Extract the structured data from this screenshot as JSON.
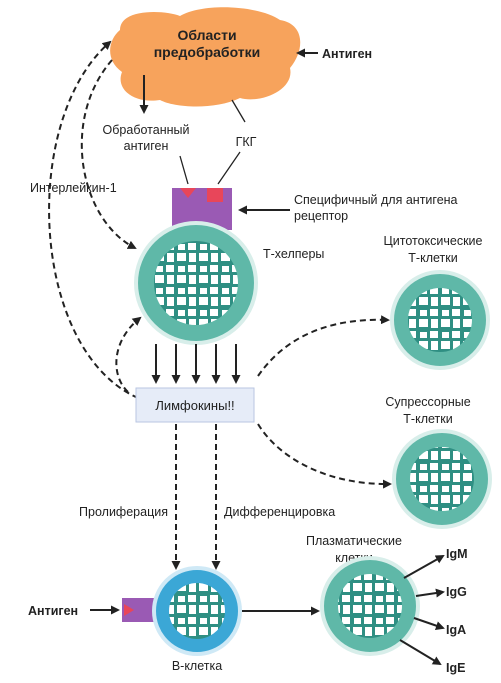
{
  "labels": {
    "processing_area_1": "Области",
    "processing_area_2": "предобработки",
    "antigen_top": "Антиген",
    "processed_antigen_1": "Обработанный",
    "processed_antigen_2": "антиген",
    "mhc": "ГКГ",
    "interleukin": "Интерлейкин-1",
    "receptor_1": "Специфичный для антигена",
    "receptor_2": "рецептор",
    "t_helpers": "Т-хелперы",
    "cytotoxic_1": "Цитотоксические",
    "cytotoxic_2": "Т-клетки",
    "lymphokines": "Лимфокины!!",
    "suppressor_1": "Супрессорные",
    "suppressor_2": "Т-клетки",
    "proliferation": "Пролиферация",
    "differentiation": "Дифференцировка",
    "plasma_1": "Плазматические",
    "plasma_2": "клетки",
    "antigen_bottom": "Антиген",
    "b_cell": "В-клетка",
    "igm": "IgM",
    "igg": "IgG",
    "iga": "IgA",
    "ige": "IgE"
  },
  "colors": {
    "processing_area": "#f7a35c",
    "cell_fill": "#5fb8a8",
    "cell_border": "#d8eeea",
    "b_cell_fill": "#3ba7d6",
    "receptor": "#9a5ab4",
    "mhc_marker": "#e8465a",
    "lymphokine_box": "#e6ecf8"
  }
}
